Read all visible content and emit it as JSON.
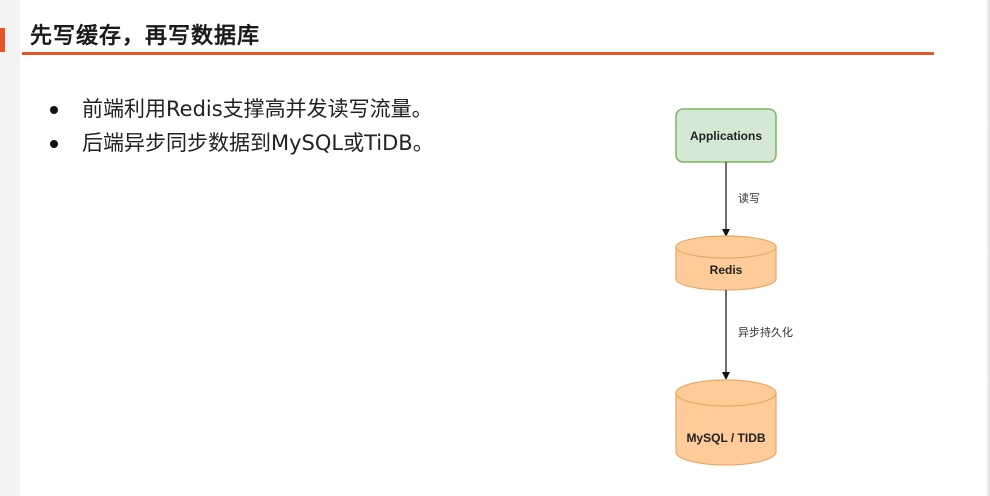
{
  "slide": {
    "title": "先写缓存，再写数据库",
    "bullets": [
      "前端利用Redis支撑高并发读写流量。",
      "后端异步同步数据到MySQL或TiDB。"
    ]
  },
  "diagram": {
    "nodes": {
      "applications": "Applications",
      "redis": "Redis",
      "db": "MySQL / TIDB"
    },
    "edges": {
      "read_write": "读写",
      "async_persist": "异步持久化"
    }
  },
  "colors": {
    "accent": "#e8542a",
    "app_fill": "#d5e8d4",
    "app_stroke": "#82b366",
    "cylinder_fill": "#ffcc99",
    "cylinder_stroke": "#e6a866"
  }
}
